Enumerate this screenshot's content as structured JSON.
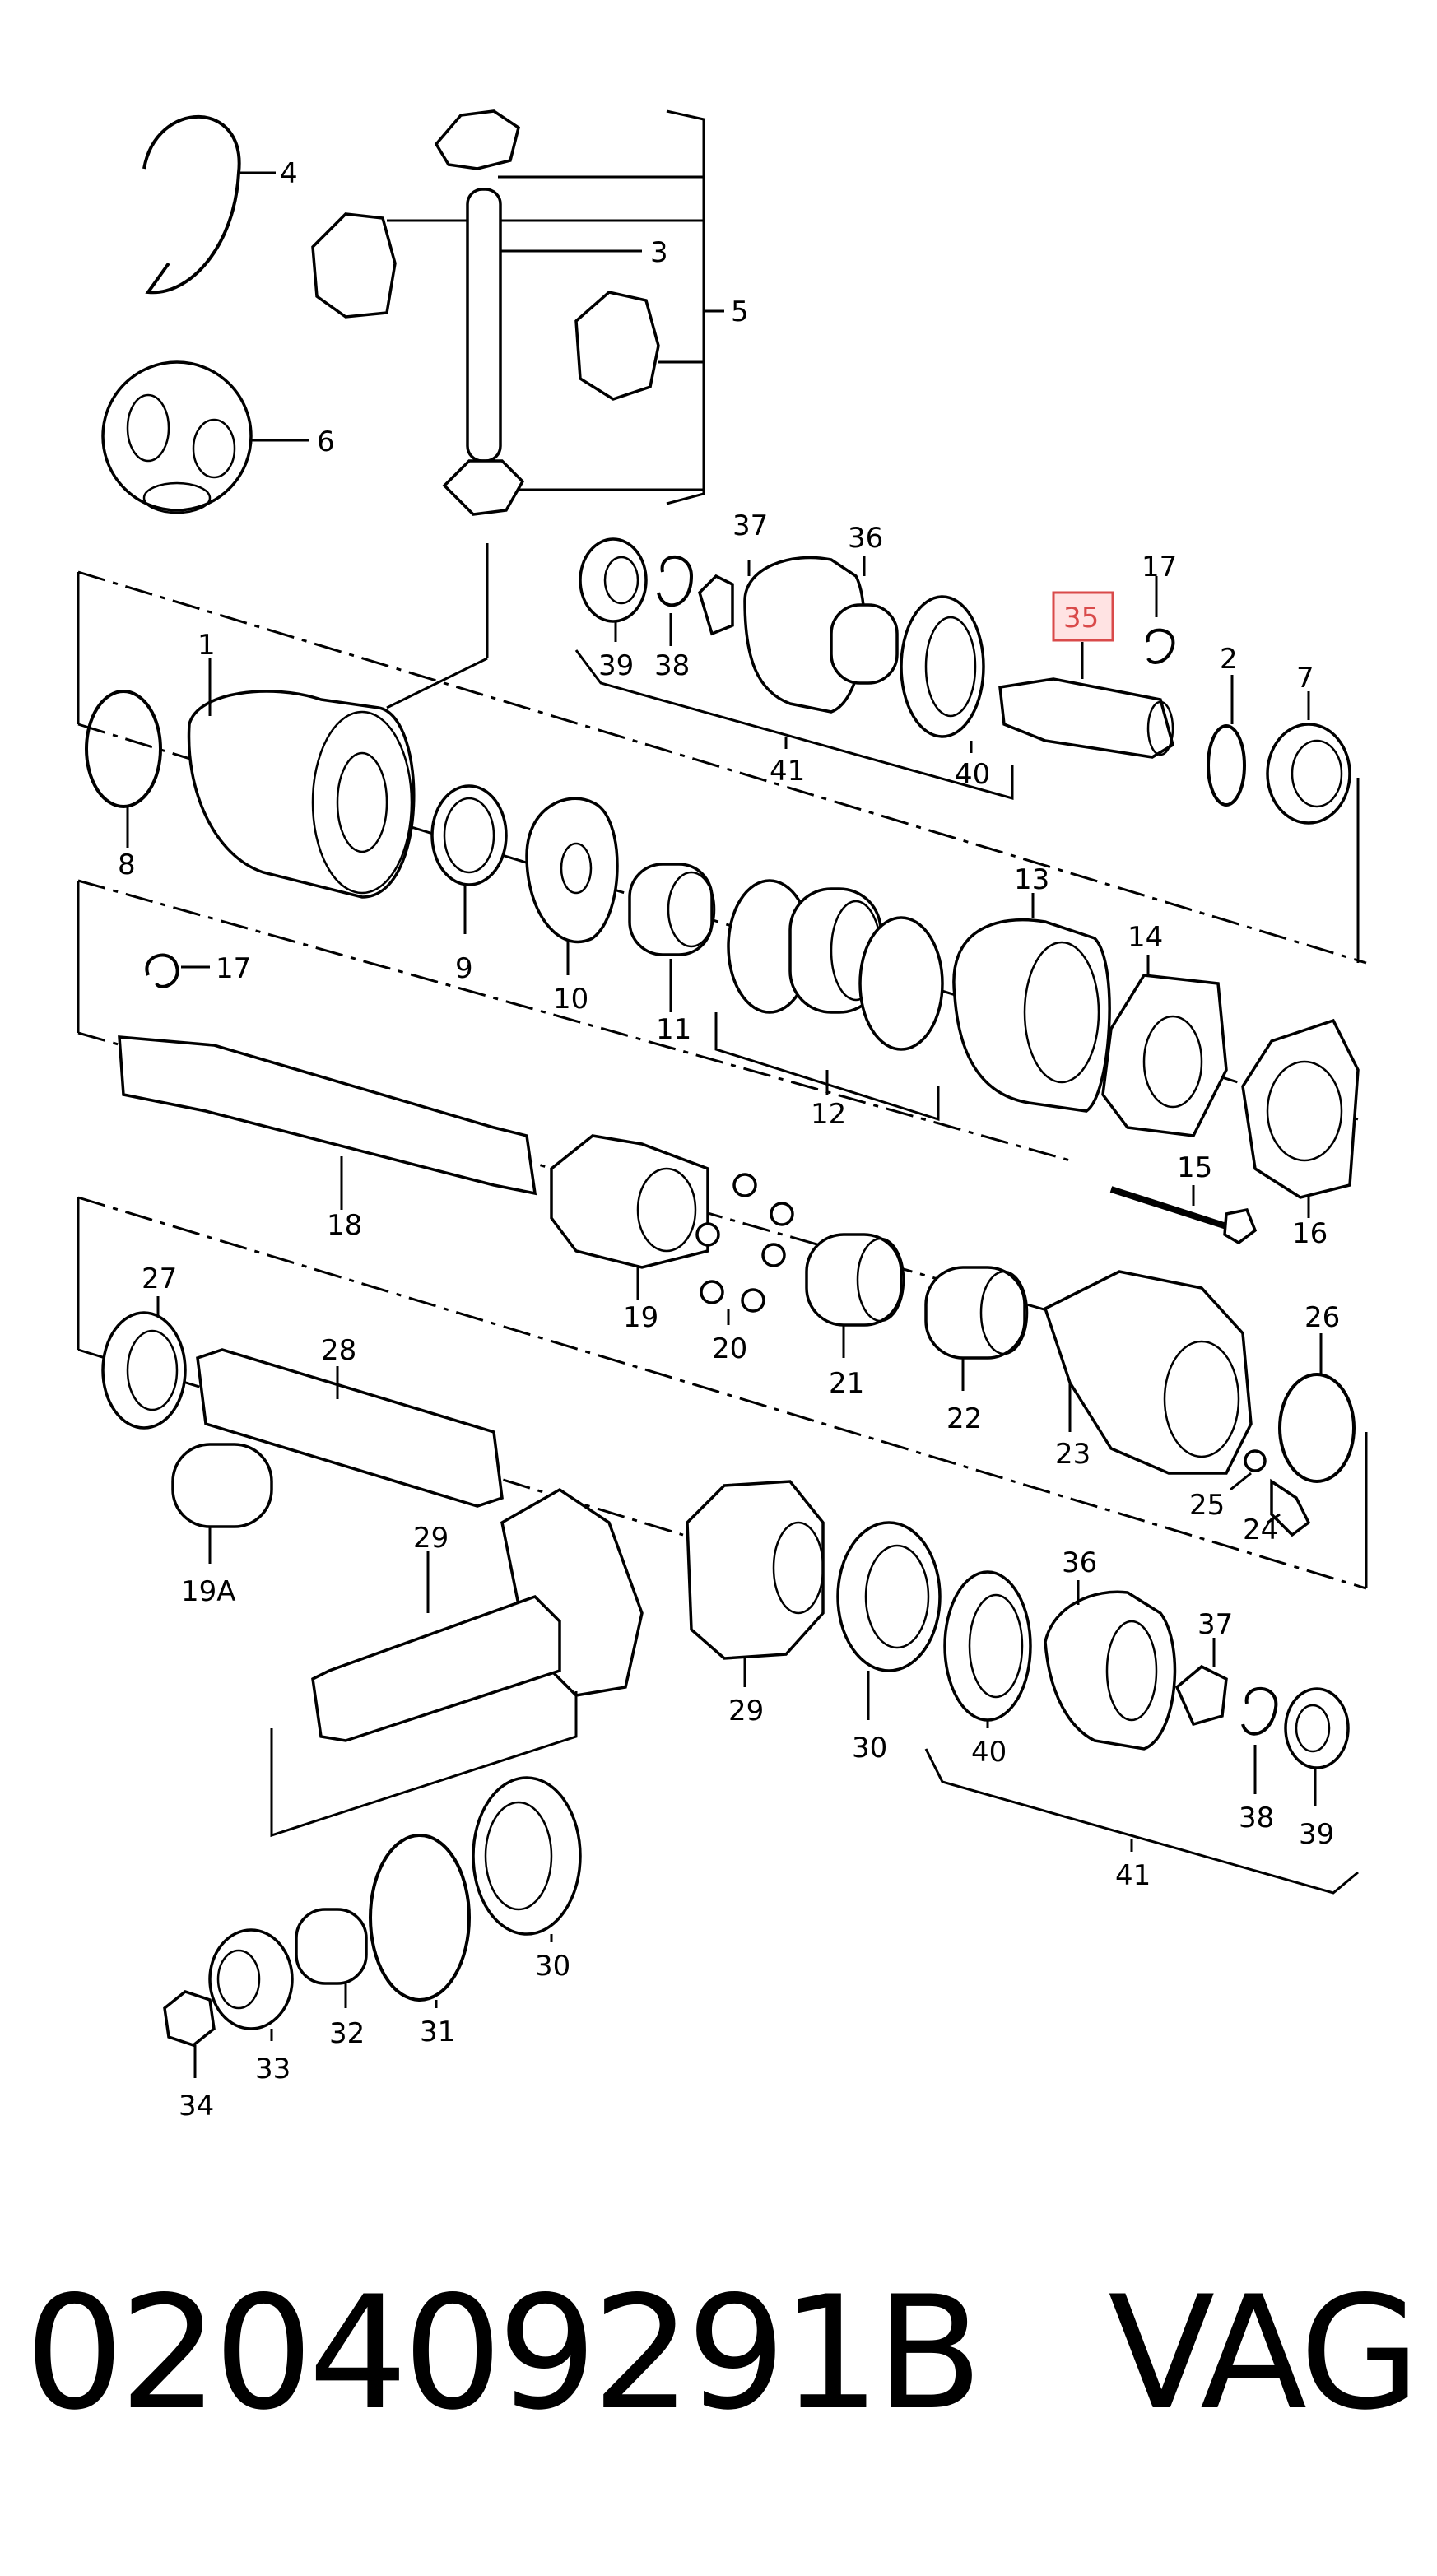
{
  "callouts": {
    "c1": "1",
    "c2": "2",
    "c3": "3",
    "c4": "4",
    "c5": "5",
    "c6": "6",
    "c7": "7",
    "c8": "8",
    "c9": "9",
    "c10": "10",
    "c11": "11",
    "c12": "12",
    "c13": "13",
    "c14": "14",
    "c15": "15",
    "c16": "16",
    "c17a": "17",
    "c17b": "17",
    "c18": "18",
    "c19": "19",
    "c19a": "19A",
    "c20": "20",
    "c21": "21",
    "c22": "22",
    "c23": "23",
    "c24": "24",
    "c25": "25",
    "c26": "26",
    "c27": "27",
    "c28": "28",
    "c29a": "29",
    "c29b": "29",
    "c30a": "30",
    "c30b": "30",
    "c31": "31",
    "c32": "32",
    "c33": "33",
    "c34": "34",
    "c35": "35",
    "c36a": "36",
    "c36b": "36",
    "c37a": "37",
    "c37b": "37",
    "c38a": "38",
    "c38b": "38",
    "c39a": "39",
    "c39b": "39",
    "c40a": "40",
    "c40b": "40",
    "c41a": "41",
    "c41b": "41"
  },
  "highlighted_part": "35",
  "highlight_color": "#d94a4a",
  "caption": {
    "part_number": "020409291B",
    "brand": "VAG"
  }
}
